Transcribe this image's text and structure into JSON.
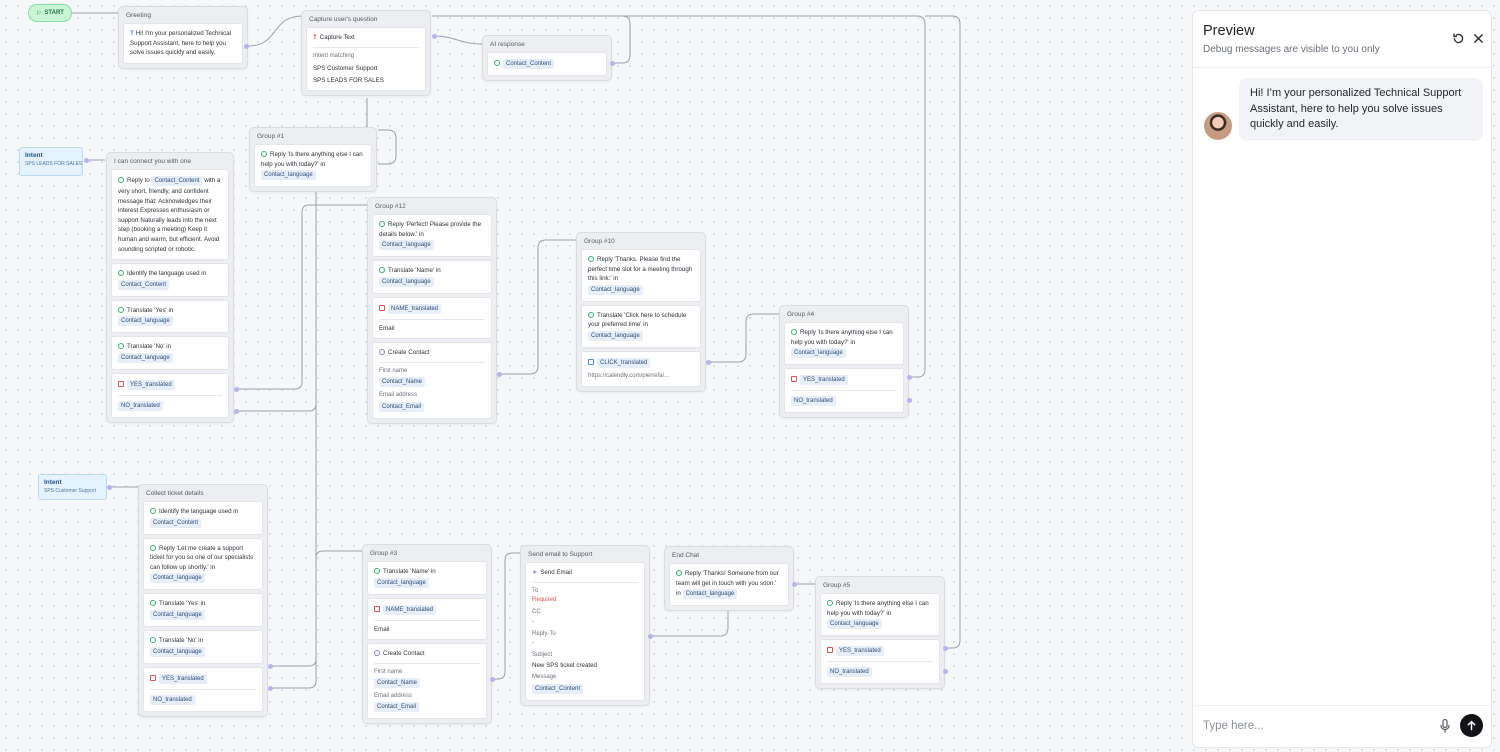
{
  "start": {
    "label": "START"
  },
  "greeting": {
    "title": "Greeting",
    "text": "Hi! I'm your personalized Technical Support Assistant, here to help you solve issues quickly and easily."
  },
  "capture": {
    "title": "Capture user's question",
    "step": "Capture Text",
    "intent_label": "Intent matching",
    "intents": [
      "SPS Customer Support",
      "SPS LEADS FOR SALES"
    ]
  },
  "ai_response": {
    "title": "AI response",
    "var": "Contact_Content"
  },
  "group1": {
    "title": "Group #1",
    "text": "Reply 'Is there anything else I can help you with today?' in",
    "var": "Contact_language"
  },
  "intent_sales": {
    "title": "Intent",
    "sub": "SPS LEADS FOR SALES"
  },
  "intent_support": {
    "title": "Intent",
    "sub": "SPS Customer Support"
  },
  "connect": {
    "title": "I can connect you with one",
    "reply_pre": "Reply to",
    "reply_var": "Contact_Content",
    "reply_post": "with a very short, friendly, and confident message that: Acknowledges their interest Expresses enthusiasm or support Naturally leads into the next step (booking a meeting) Keep it human and warm, but efficient. Avoid sounding scripted or robotic.",
    "identify": "Identify the language used in",
    "identify_var": "Contact_Content",
    "yes": "Translate 'Yes' in",
    "yes_var": "Contact_language",
    "no": "Translate 'No' in",
    "no_var": "Contact_language",
    "btn_yes": "YES_translated",
    "btn_no": "NO_translated"
  },
  "group12": {
    "title": "Group #12",
    "reply": "Reply 'Perfect! Please provide the details below.' in",
    "reply_var": "Contact_language",
    "translate": "Translate 'Name' in",
    "translate_var": "Contact_language",
    "field_var": "NAME_translated",
    "field_label": "Email",
    "create": "Create Contact",
    "first_name": "First name",
    "first_name_var": "Contact_Name",
    "email_label": "Email address",
    "email_var": "Contact_Email"
  },
  "group10": {
    "title": "Group #10",
    "reply": "Reply 'Thanks. Please find the perfect time slot for a meeting through this link:' in",
    "reply_var": "Contact_language",
    "translate": "Translate 'Click here to schedule your preferred time' in",
    "translate_var": "Contact_language",
    "link_var": "CLICK_translated",
    "link_url": "https://calendly.com/pierrefa/..."
  },
  "group4": {
    "title": "Group #4",
    "reply": "Reply 'Is there anything else I can help you with today?' in",
    "reply_var": "Contact_language",
    "btn_yes": "YES_translated",
    "btn_no": "NO_translated"
  },
  "collect": {
    "title": "Collect ticket details",
    "identify": "Identify the language used in",
    "identify_var": "Contact_Content",
    "reply": "Reply 'Let me create a support ticket for you so one of our specialists can follow up shortly.' in",
    "reply_var": "Contact_language",
    "yes": "Translate 'Yes' in",
    "yes_var": "Contact_language",
    "no": "Translate 'No' in",
    "no_var": "Contact_language",
    "btn_yes": "YES_translated",
    "btn_no": "NO_translated"
  },
  "group3": {
    "title": "Group #3",
    "translate": "Translate 'Name' in",
    "translate_var": "Contact_language",
    "field_var": "NAME_translated",
    "field_label": "Email",
    "create": "Create Contact",
    "first_name": "First name",
    "first_name_var": "Contact_Name",
    "email_label": "Email address",
    "email_var": "Contact_Email"
  },
  "email": {
    "title": "Send email to Support",
    "step": "Send Email",
    "to": "To",
    "to_value": "Required",
    "cc": "CC",
    "cc_value": "-",
    "replyto": "Reply-To",
    "replyto_value": "-",
    "subject": "Subject",
    "subject_value": "New SPS ticket created",
    "message": "Message",
    "message_var": "Contact_Content"
  },
  "endchat": {
    "title": "End Chat",
    "text": "Reply 'Thanks! Someone from our team will get in touch with you soon.' in",
    "var": "Contact_language"
  },
  "group5": {
    "title": "Group #5",
    "reply": "Reply 'Is there anything else I can help you with today?' in",
    "reply_var": "Contact_language",
    "btn_yes": "YES_translated",
    "btn_no": "NO_translated"
  },
  "preview": {
    "title": "Preview",
    "subtitle": "Debug messages are visible to you only",
    "message": "Hi! I’m your personalized Technical Support Assistant, here to help you solve issues quickly and easily.",
    "placeholder": "Type here..."
  },
  "icons": {
    "start": "flag-icon",
    "restart": "refresh-icon",
    "close": "close-icon",
    "mic": "microphone-icon",
    "send": "arrow-up-icon"
  },
  "colors": {
    "start_fill": "#c9f5d6",
    "intent_fill": "#e5f2ff",
    "tag_fill": "#e6eef9",
    "required": "#e0534f",
    "wire": "#9aa0a8",
    "port": "#b9b3f0",
    "send_button": "#111317"
  }
}
